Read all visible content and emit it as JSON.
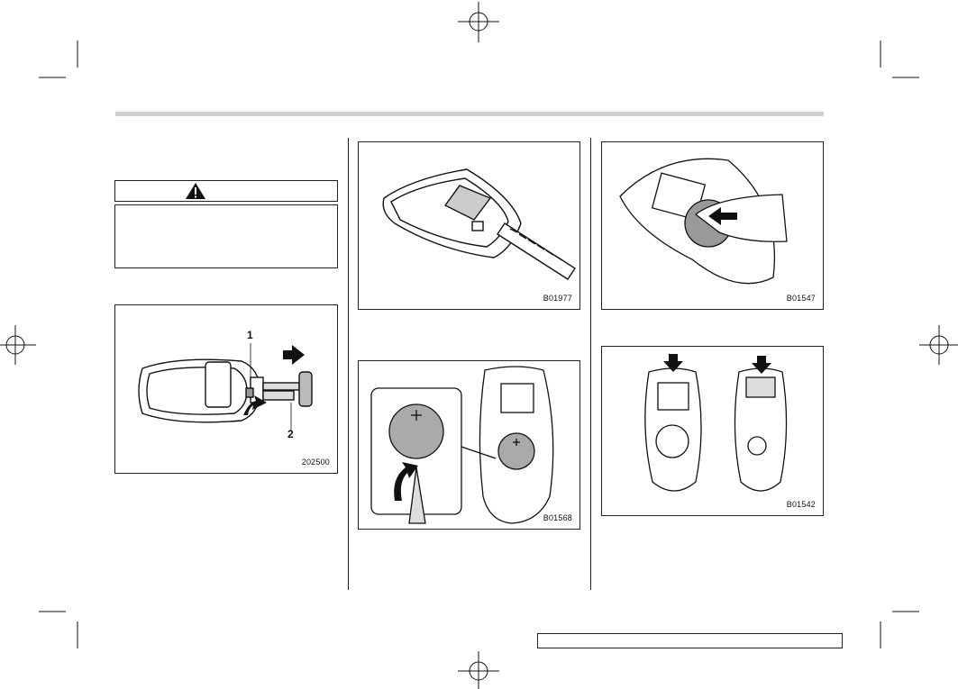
{
  "warning": {
    "icon": "warning-triangle-icon"
  },
  "figures": {
    "fig1": {
      "code": "202500",
      "callouts": [
        "1",
        "2"
      ]
    },
    "fig2": {
      "code": "B01977"
    },
    "fig3": {
      "code": "B01568"
    },
    "fig4": {
      "code": "B01547"
    },
    "fig5": {
      "code": "B01542"
    }
  },
  "footer": {
    "text": ""
  },
  "colors": {
    "rule": "#cfcfcf",
    "line": "#222222",
    "battery": "#a9a9a9"
  }
}
